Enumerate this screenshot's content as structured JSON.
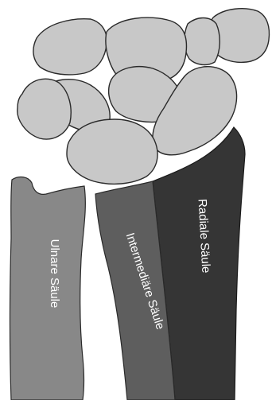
{
  "columns": {
    "ulnar": {
      "label": "Ulnare Säule",
      "color": "#888888"
    },
    "intermediate": {
      "label": "Intermediäre Säule",
      "color": "#5e5e5e"
    },
    "radial": {
      "label": "Radiale Säule",
      "color": "#353535"
    }
  },
  "carpal_bone_color": "#c8c8c8",
  "outline_color": "#2a2a2a"
}
